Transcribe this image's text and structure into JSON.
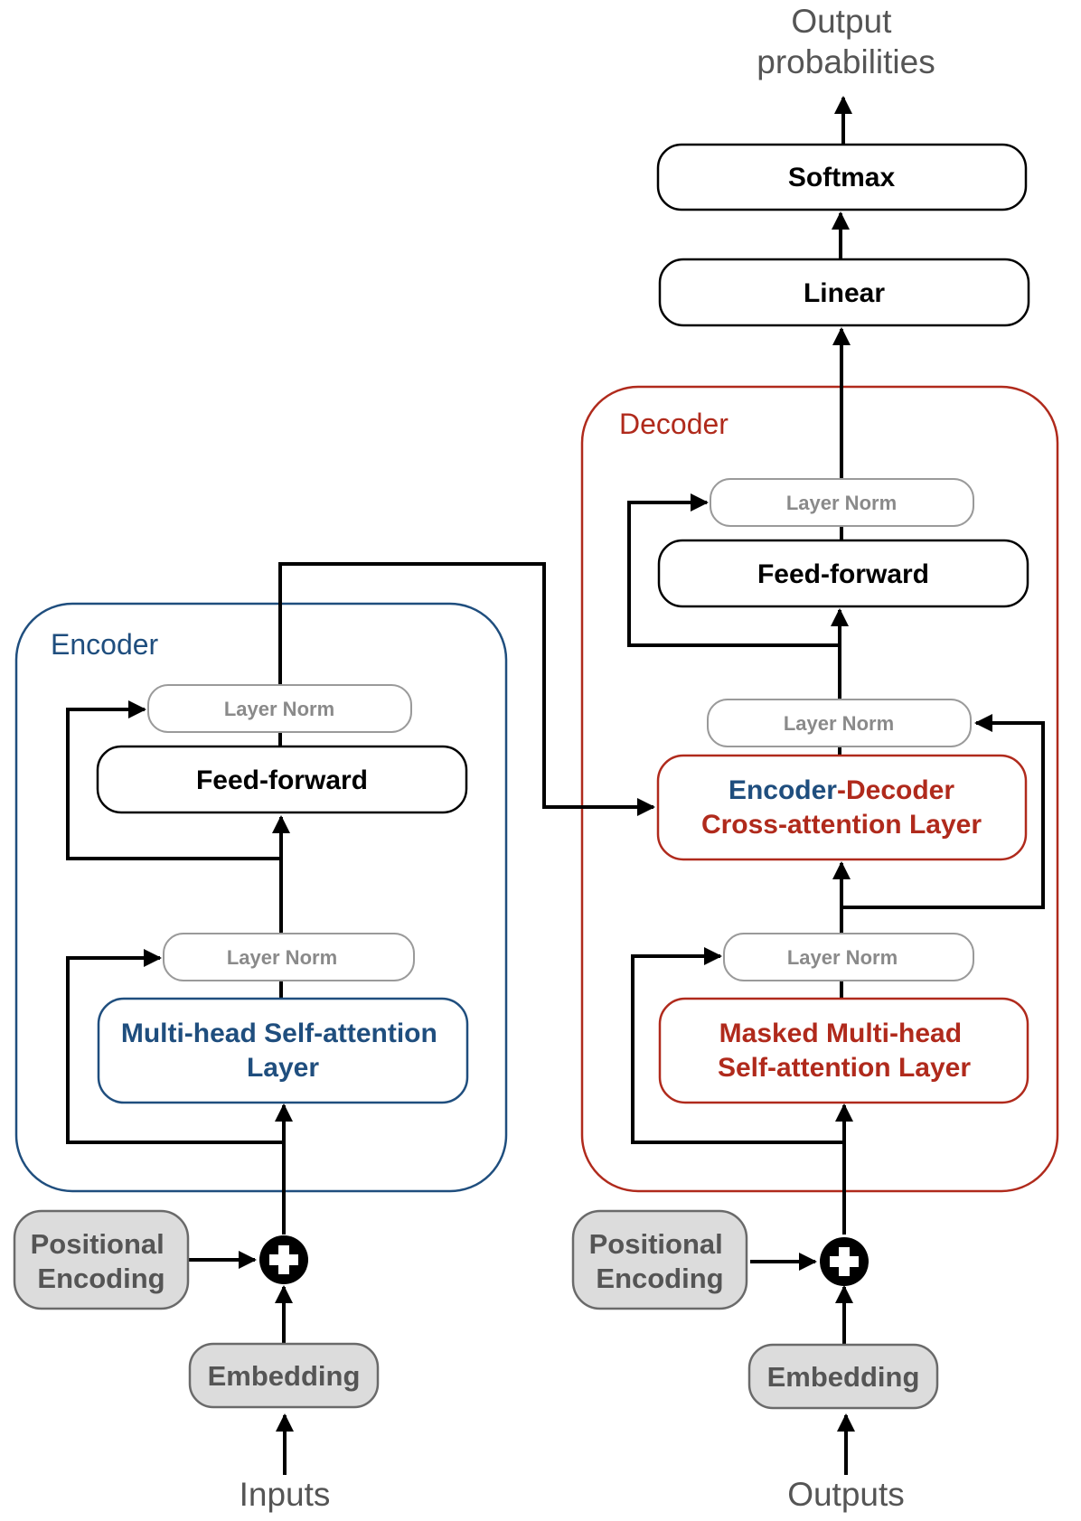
{
  "colors": {
    "encoder": "#1f4e7e",
    "decoder": "#b02a1c",
    "neutral": "#555555",
    "norm": "#8a8a8a"
  },
  "output_label": [
    "Output",
    "probabilities"
  ],
  "softmax_label": "Softmax",
  "linear_label": "Linear",
  "encoder": {
    "title": "Encoder",
    "layer_norm_top": "Layer Norm",
    "feed_forward": "Feed-forward",
    "layer_norm_bottom": "Layer Norm",
    "self_attention": [
      "Multi-head Self-attention",
      "Layer"
    ],
    "positional_encoding": [
      "Positional",
      "Encoding"
    ],
    "embedding": "Embedding",
    "inputs": "Inputs"
  },
  "decoder": {
    "title": "Decoder",
    "layer_norm_top": "Layer Norm",
    "feed_forward": "Feed-forward",
    "layer_norm_mid": "Layer Norm",
    "cross_attention_part1": "Encoder",
    "cross_attention_dash": "-",
    "cross_attention_part2": "Decoder",
    "cross_attention_line2": "Cross-attention Layer",
    "layer_norm_bottom": "Layer Norm",
    "masked_attention": [
      "Masked Multi-head",
      "Self-attention Layer"
    ],
    "positional_encoding": [
      "Positional",
      "Encoding"
    ],
    "embedding": "Embedding",
    "outputs": "Outputs"
  }
}
